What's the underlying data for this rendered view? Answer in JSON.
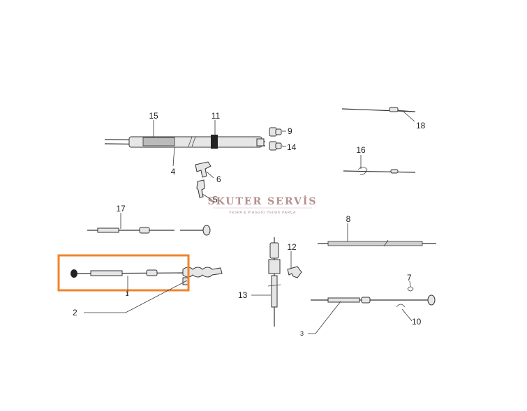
{
  "watermark": {
    "title": "SKUTER SERVİS",
    "subtitle": "VESPA & PIAGGIO YEDEK PARÇA"
  },
  "callouts": {
    "c15": "15",
    "c11": "11",
    "c9": "9",
    "c14": "14",
    "c4": "4",
    "c6": "6",
    "c5": "5",
    "c17": "17",
    "c18": "18",
    "c16": "16",
    "c8": "8",
    "c12": "12",
    "c13": "13",
    "c2": "2",
    "c7": "7",
    "c10": "10",
    "c3": "3",
    "c1": "1"
  },
  "highlight": {
    "color": "#f0842c",
    "target": "2"
  }
}
